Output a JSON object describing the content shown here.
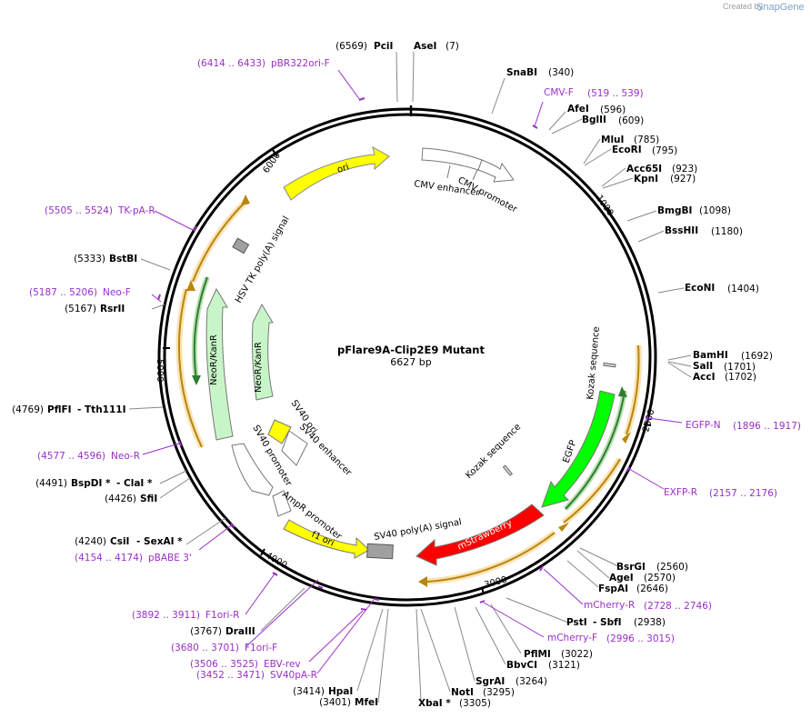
{
  "brand": {
    "created_by": "Created by",
    "name": "SnapGene"
  },
  "plasmid": {
    "name": "pFlare9A-Clip2E9 Mutant",
    "length": "6627 bp"
  },
  "ticks": [
    "1000",
    "2000",
    "3000",
    "4000",
    "5000",
    "6000"
  ],
  "features": {
    "ori": "ori",
    "cmv_enhancer": "CMV enhancer",
    "cmv_promoter": "CMV promoter",
    "hsv_tk_polya": "HSV TK poly(A) signal",
    "neo_outer": "NeoR/KanR",
    "neo_inner": "NeoR/KanR",
    "sv40_ori": "SV40 ori",
    "sv40_enhancer": "SV40 enhancer",
    "sv40_promoter": "SV40 promoter",
    "ampr_promoter": "AmpR promoter",
    "f1_ori": "f1 ori",
    "sv40_polya": "SV40 poly(A) signal",
    "mstrawberry": "mStrawberry",
    "egfp": "EGFP",
    "kozak1": "Kozak sequence",
    "kozak2": "Kozak sequence"
  },
  "sites": {
    "pcii": {
      "name": "PciI",
      "pos": "(6569)"
    },
    "asei": {
      "name": "AseI",
      "pos": "(7)"
    },
    "snabi": {
      "name": "SnaBI",
      "pos": "(340)"
    },
    "afei": {
      "name": "AfeI",
      "pos": "(596)"
    },
    "bglii": {
      "name": "BglII",
      "pos": "(609)"
    },
    "mlui": {
      "name": "MluI",
      "pos": "(785)"
    },
    "ecori": {
      "name": "EcoRI",
      "pos": "(795)"
    },
    "acc65i": {
      "name": "Acc65I",
      "pos": "(923)"
    },
    "kpni": {
      "name": "KpnI",
      "pos": "(927)"
    },
    "bmgbi": {
      "name": "BmgBI",
      "pos": "(1098)"
    },
    "bsshii": {
      "name": "BssHII",
      "pos": "(1180)"
    },
    "econi": {
      "name": "EcoNI",
      "pos": "(1404)"
    },
    "bamhi": {
      "name": "BamHI",
      "pos": "(1692)"
    },
    "sali": {
      "name": "SalI",
      "pos": "(1701)"
    },
    "acci": {
      "name": "AccI",
      "pos": "(1702)"
    },
    "bsrgi": {
      "name": "BsrGI",
      "pos": "(2560)"
    },
    "agei": {
      "name": "AgeI",
      "pos": "(2570)"
    },
    "fspai": {
      "name": "FspAI",
      "pos": "(2646)"
    },
    "psti": {
      "name": "PstI",
      "pos": "(2938)"
    },
    "sbfi": {
      "name": "- SbfI",
      "pos": "(2938)"
    },
    "pflmi": {
      "name": "PflMI",
      "pos": "(3022)"
    },
    "bbvci": {
      "name": "BbvCI",
      "pos": "(3121)"
    },
    "sgrai": {
      "name": "SgrAI",
      "pos": "(3264)"
    },
    "noti": {
      "name": "NotI",
      "pos": "(3295)"
    },
    "xbai": {
      "name": "XbaI *",
      "pos": "(3305)"
    },
    "hpai": {
      "name": "HpaI",
      "pos": "(3414)"
    },
    "mfei": {
      "name": "MfeI",
      "pos": "(3401)"
    },
    "draiii": {
      "name": "DraIII",
      "pos": "(3767)"
    },
    "csii": {
      "name": "CsiI",
      "pos": "(4240)"
    },
    "sexai": {
      "name": "- SexAI *",
      "pos": ""
    },
    "sfii": {
      "name": "SfiI",
      "pos": "(4426)"
    },
    "bspdi": {
      "name": "BspDI *",
      "pos": "(4491)"
    },
    "clai": {
      "name": "- ClaI *",
      "pos": ""
    },
    "pflfi": {
      "name": "PflFI",
      "pos": "(4769)"
    },
    "tth111i": {
      "name": "- Tth111I",
      "pos": ""
    },
    "rsrii": {
      "name": "RsrII",
      "pos": "(5167)"
    },
    "bstbi": {
      "name": "BstBI",
      "pos": "(5333)"
    }
  },
  "primers": {
    "pbr322ori_f": {
      "range": "(6414 .. 6433)",
      "name": "pBR322ori-F"
    },
    "cmv_f": {
      "name": "CMV-F",
      "range": "(519 .. 539)"
    },
    "egfp_n": {
      "name": "EGFP-N",
      "range": "(1896 .. 1917)"
    },
    "exfp_r": {
      "name": "EXFP-R",
      "range": "(2157 .. 2176)"
    },
    "mcherry_r": {
      "name": "mCherry-R",
      "range": "(2728 .. 2746)"
    },
    "mcherry_f": {
      "name": "mCherry-F",
      "range": "(2996 .. 3015)"
    },
    "ebv_rev": {
      "range": "(3506 .. 3525)",
      "name": "EBV-rev"
    },
    "sv40pa_r": {
      "range": "(3452 .. 3471)",
      "name": "SV40pA-R"
    },
    "f1ori_f": {
      "range": "(3680 .. 3701)",
      "name": "F1ori-F"
    },
    "f1ori_r": {
      "range": "(3892 .. 3911)",
      "name": "F1ori-R"
    },
    "pbabe3": {
      "range": "(4154 .. 4174)",
      "name": "pBABE 3'"
    },
    "neo_r": {
      "range": "(4577 .. 4596)",
      "name": "Neo-R"
    },
    "neo_f": {
      "range": "(5187 .. 5206)",
      "name": "Neo-F"
    },
    "tk_pa_r": {
      "range": "(5505 .. 5524)",
      "name": "TK-pA-R"
    }
  },
  "colors": {
    "backbone": "#000000",
    "ori": "#ffff00",
    "neo": "#c8f5c8",
    "egfp": "#00ff00",
    "mstrawberry": "#ff0000",
    "orf": "#f5a623",
    "primer": "#9a2fc8",
    "terminator": "#a0a0a0"
  }
}
